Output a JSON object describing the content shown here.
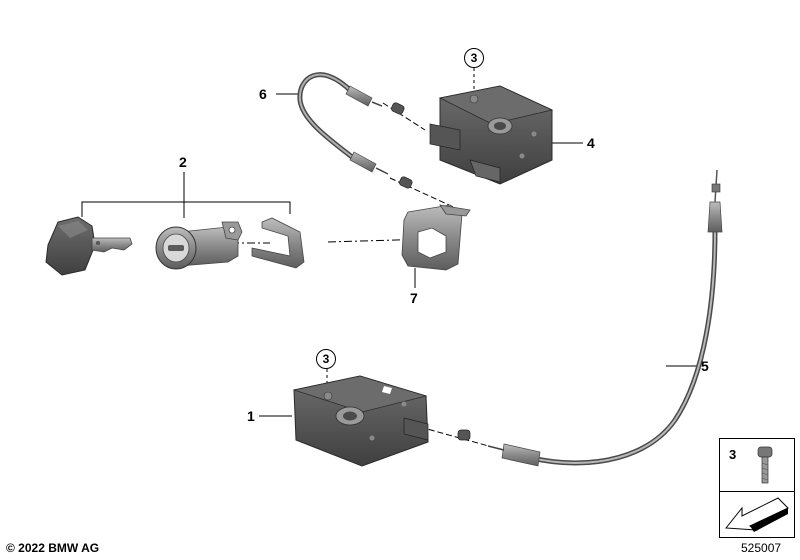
{
  "callouts": {
    "c1": "1",
    "c2": "2",
    "c3a": "3",
    "c3b": "3",
    "c4": "4",
    "c5": "5",
    "c6": "6",
    "c7": "7"
  },
  "thumbnail": {
    "part_label": "3"
  },
  "footer": {
    "copyright": "© 2022 BMW AG",
    "diagram_number": "525007"
  },
  "colors": {
    "part_dark": "#5a5a5a",
    "part_mid": "#7c7c7c",
    "part_light": "#a8a8a8",
    "line": "#000000"
  }
}
